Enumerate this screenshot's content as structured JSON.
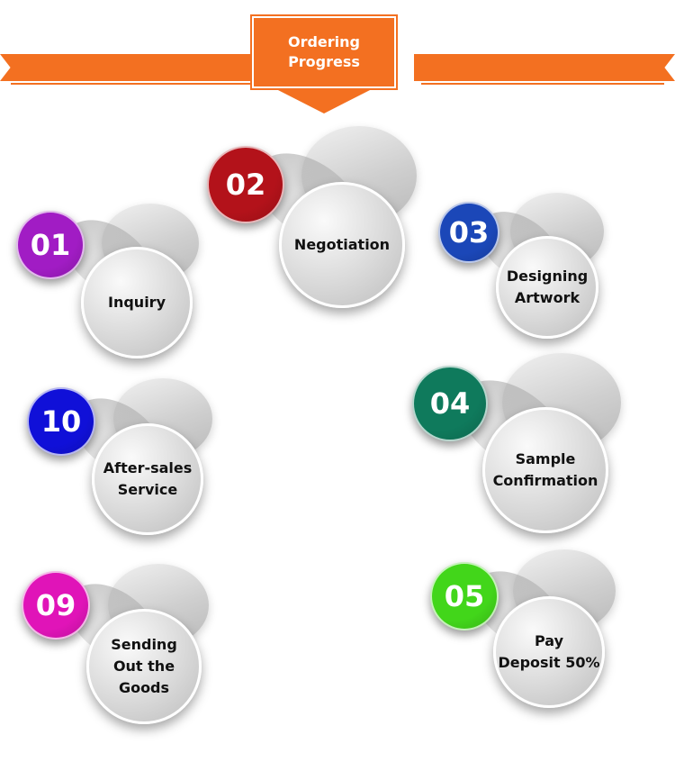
{
  "colors": {
    "ribbon": "#f37021"
  },
  "header": {
    "line1": "Ordering",
    "line2": "Progress"
  },
  "steps": [
    {
      "number": "01",
      "label": "Inquiry",
      "color": "#a11cc4"
    },
    {
      "number": "02",
      "label": "Negotiation",
      "color": "#b3121a"
    },
    {
      "number": "03",
      "label": "Designing\nArtwork",
      "color": "#1b47b8"
    },
    {
      "number": "04",
      "label": "Sample\nConfirmation",
      "color": "#0f7a5c"
    },
    {
      "number": "05",
      "label": "Pay\nDeposit 50%",
      "color": "#42d61a"
    },
    {
      "number": "09",
      "label": "Sending\nOut the\nGoods",
      "color": "#e014b8"
    },
    {
      "number": "10",
      "label": "After-sales\nService",
      "color": "#1010d8"
    }
  ]
}
